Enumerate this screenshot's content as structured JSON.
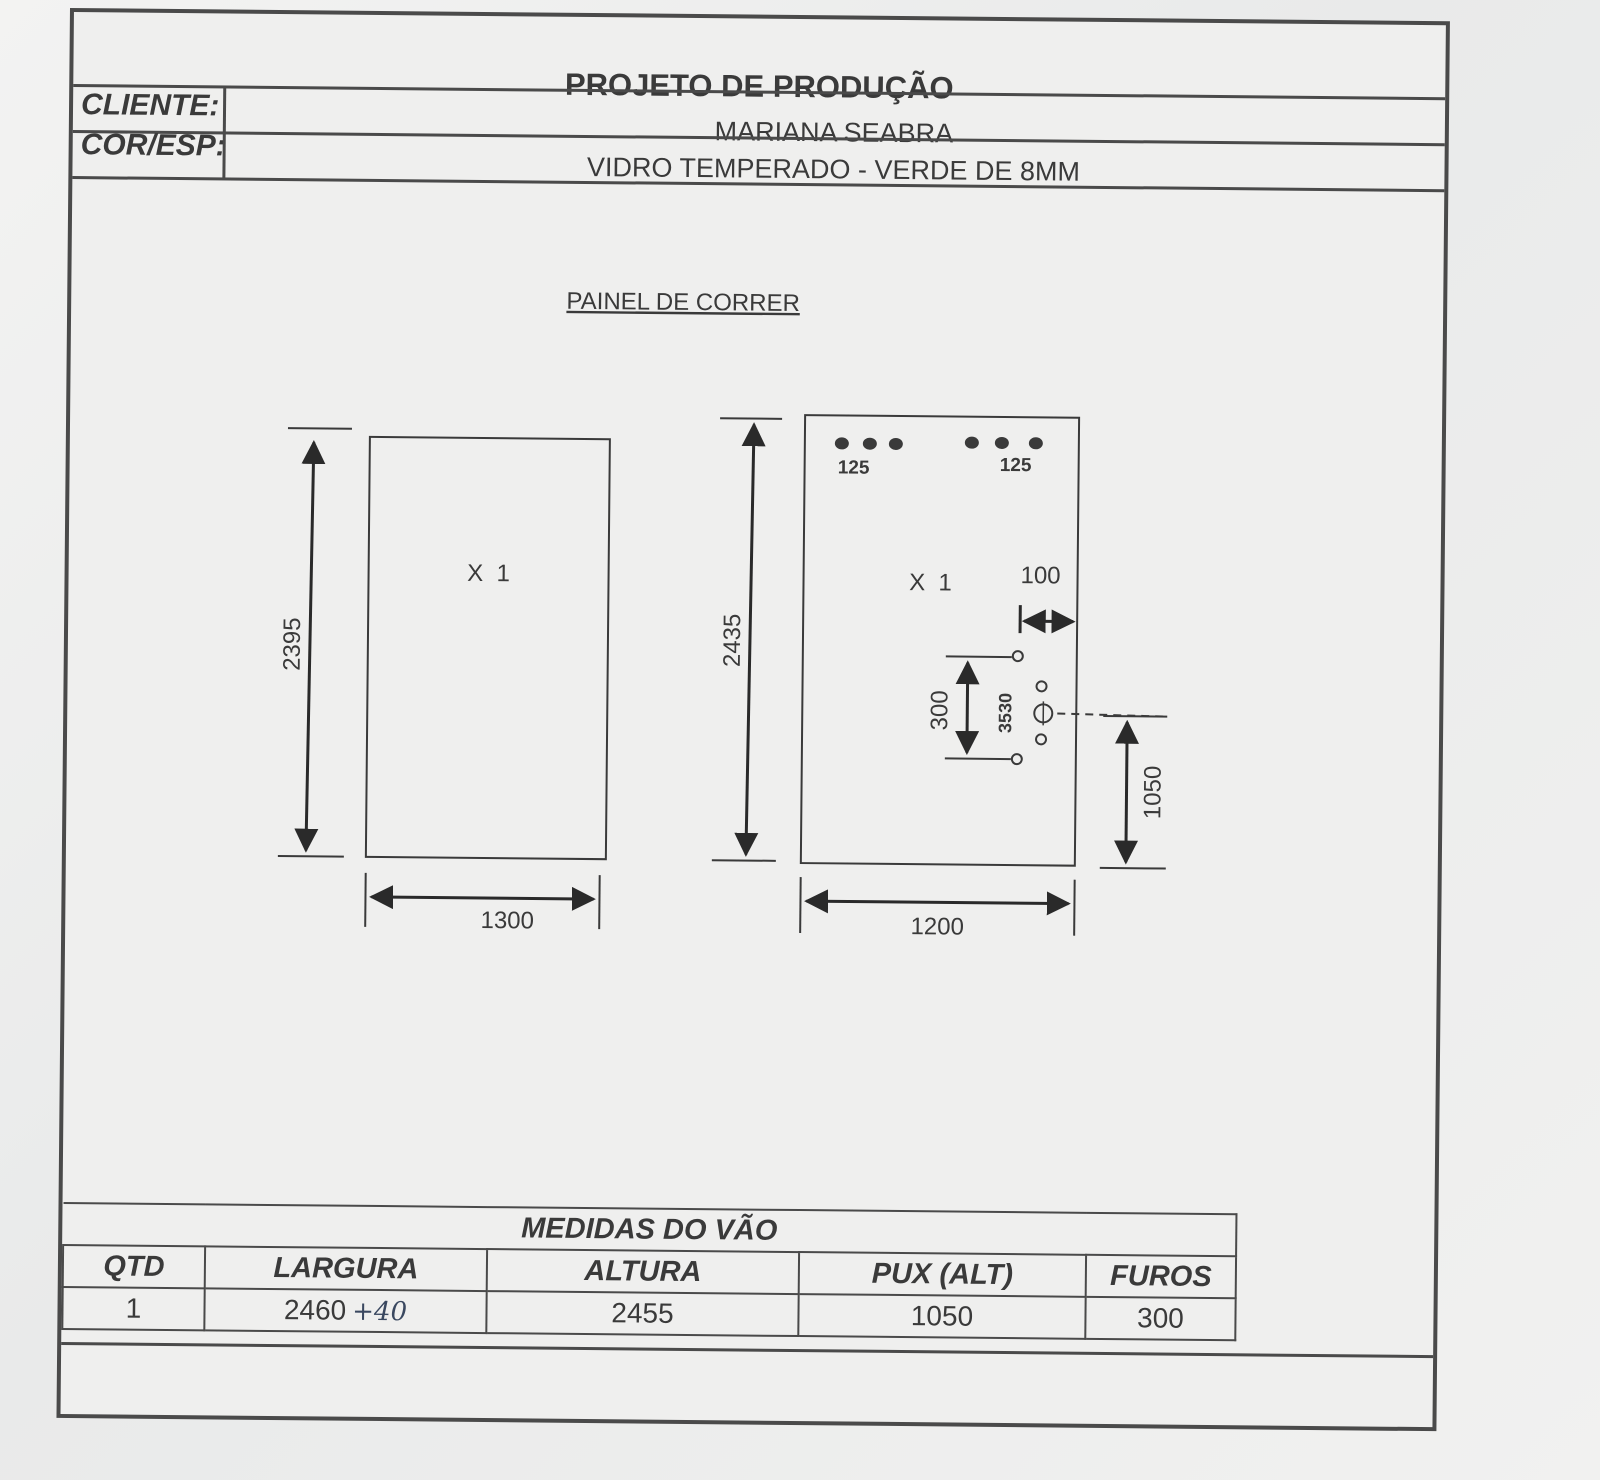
{
  "header": {
    "title": "PROJETO DE PRODUÇÃO",
    "cliente_label": "CLIENTE:",
    "cliente_value": "MARIANA SEABRA",
    "cor_label": "COR/ESP:",
    "cor_value": "VIDRO TEMPERADO - VERDE DE 8MM"
  },
  "drawing": {
    "title": "PAINEL DE CORRER",
    "panel1": {
      "qty": "X  1",
      "height": "2395",
      "width": "1300"
    },
    "panel2": {
      "qty": "X  1",
      "height": "2435",
      "width": "1200",
      "top_left_holes": "125",
      "top_right_holes": "125",
      "handle_offset": "100",
      "handle_spacing": "300",
      "handle_dim": "3530",
      "handle_height": "1050"
    }
  },
  "table": {
    "caption": "MEDIDAS DO VÃO",
    "headers": [
      "QTD",
      "LARGURA",
      "ALTURA",
      "PUX (ALT)",
      "FUROS"
    ],
    "row": {
      "qtd": "1",
      "largura": "2460",
      "largura_note": "+40",
      "altura": "2455",
      "pux": "1050",
      "furos": "300"
    }
  }
}
